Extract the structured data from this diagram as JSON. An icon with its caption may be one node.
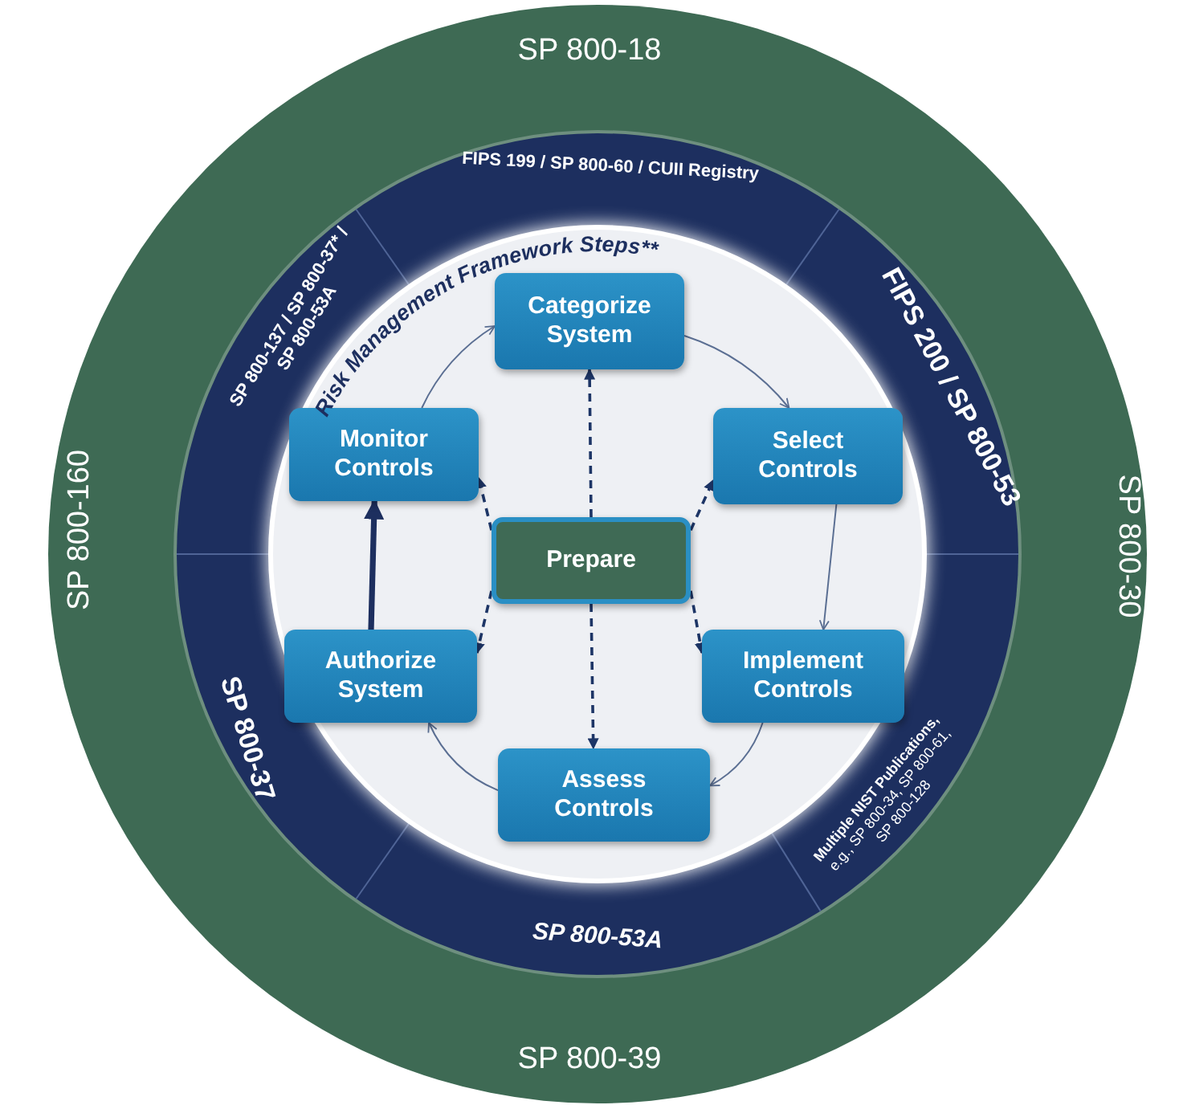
{
  "diagram": {
    "nodes": [
      {
        "text": [
          "SP 800-18",
          "SP 800-160",
          "SP 800-30",
          "SP 800-39"
        ]
      },
      {
        "text": [
          "FIPS 199 / SP 800-60 / CUII Registry",
          "SP 800-137 / SP 800-37* / SP 800-53A",
          "FIPS 200 / SP 800-53",
          "SP 800-37",
          "**Multiple NIST Publications,** e.g., SP 800-34, SP 800-61, SP 800-128",
          "SP 800-53A",
          "Risk Management Framework Steps**"
        ],
        "in": 0
      },
      {
        "text": [
          "Categorize System"
        ],
        "in": 1
      },
      {
        "text": [
          "Monitor Controls"
        ],
        "in": 1
      },
      {
        "text": [
          "Select Controls"
        ],
        "in": 1
      },
      {
        "text": [
          "Prepare"
        ],
        "in": 1
      },
      {
        "text": [
          "Authorize System"
        ],
        "in": 1
      },
      {
        "text": [
          "Implement Controls"
        ],
        "in": 1
      },
      {
        "text": [
          "Assess Controls"
        ],
        "in": 1
      }
    ],
    "edges": [
      {
        "from": 2,
        "to": 4,
        "arrow": "to"
      },
      {
        "from": 4,
        "to": 7,
        "arrow": "to"
      },
      {
        "from": 7,
        "to": 8,
        "arrow": "to"
      },
      {
        "from": 8,
        "to": 6,
        "arrow": "to"
      },
      {
        "from": 6,
        "to": 3,
        "arrow": "to",
        "style": "thick"
      },
      {
        "from": 3,
        "to": 2,
        "arrow": "to"
      },
      {
        "from": 5,
        "to": 2,
        "arrow": "to",
        "style": "dashed"
      },
      {
        "from": 5,
        "to": 4,
        "arrow": "to",
        "style": "dashed"
      },
      {
        "from": 5,
        "to": 3,
        "arrow": "to",
        "style": "dashed"
      },
      {
        "from": 5,
        "to": 6,
        "arrow": "to",
        "style": "dashed"
      },
      {
        "from": 5,
        "to": 7,
        "arrow": "to",
        "style": "dashed"
      },
      {
        "from": 5,
        "to": 8,
        "arrow": "to",
        "style": "dashed"
      }
    ]
  }
}
